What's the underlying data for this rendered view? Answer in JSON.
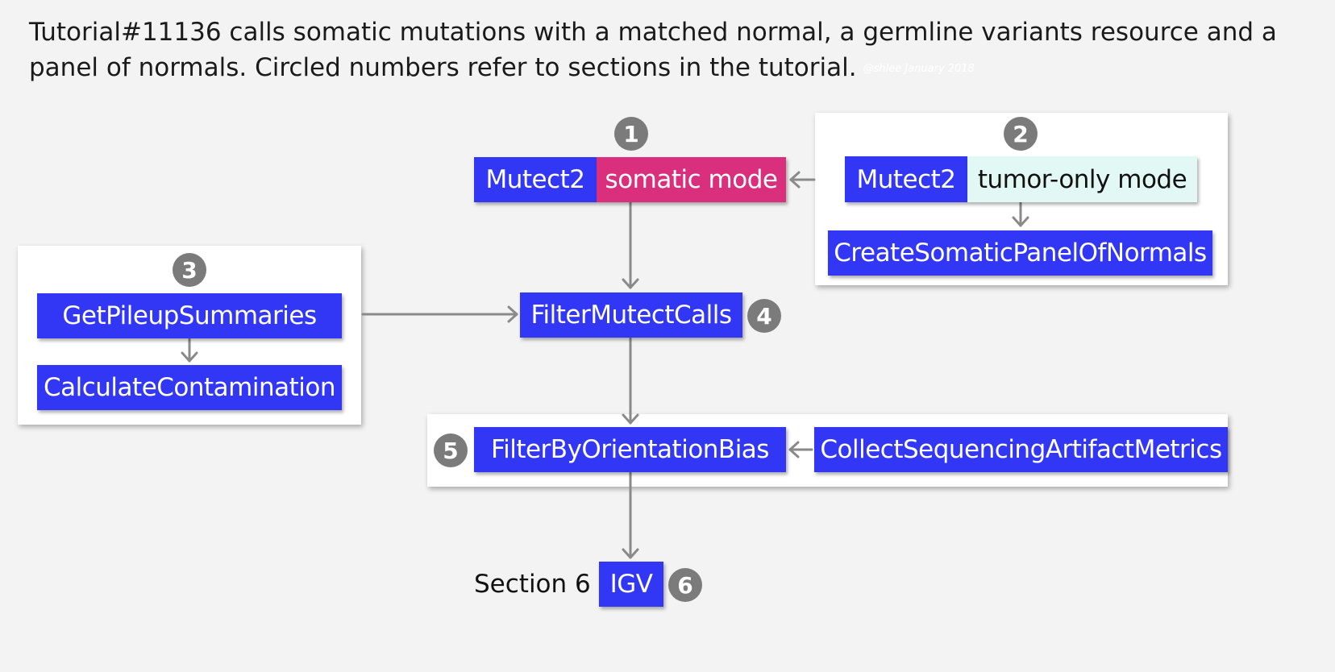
{
  "caption": {
    "text": "Tutorial#11136 calls somatic mutations with a matched normal, a germline variants resource and a panel of normals. Circled numbers refer to sections in the tutorial.",
    "watermark": "@shlee January 2018"
  },
  "nodes": {
    "mutect2_somatic_tool": "Mutect2",
    "mutect2_somatic_mode": "somatic mode",
    "mutect2_tumor_tool": "Mutect2",
    "mutect2_tumor_mode": "tumor-only mode",
    "create_pon": "CreateSomaticPanelOfNormals",
    "get_pileup": "GetPileupSummaries",
    "calc_contamination": "CalculateContamination",
    "filter_mutect": "FilterMutectCalls",
    "filter_orientation": "FilterByOrientationBias",
    "collect_artifact": "CollectSequencingArtifactMetrics",
    "igv": "IGV"
  },
  "section_label": "Section 6",
  "markers": {
    "m1": "1",
    "m2": "2",
    "m3": "3",
    "m4": "4",
    "m5": "5",
    "m6": "6"
  },
  "colors": {
    "tool_blue": "#3237f5",
    "somatic_magenta": "#d92f7c",
    "tumor_mint": "#e2f8f4",
    "marker_gray": "#7b7b7b",
    "arrow_gray": "#8a8a8a",
    "background": "#f3f3f3"
  }
}
